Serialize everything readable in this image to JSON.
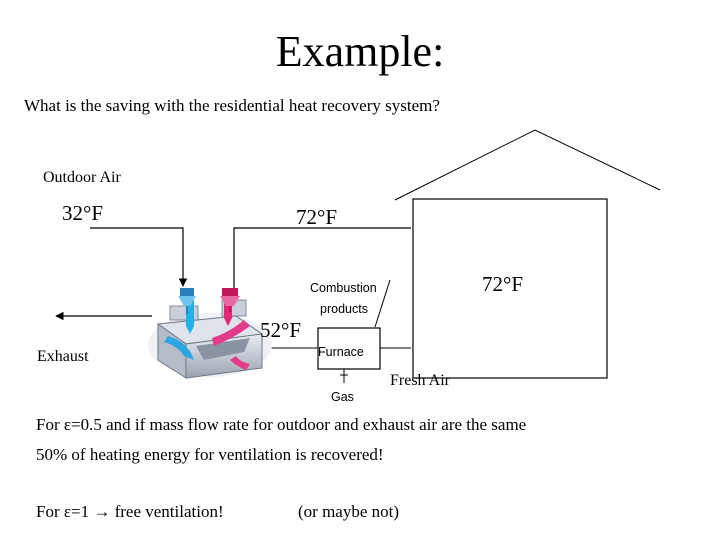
{
  "slide": {
    "title": "Example:",
    "question": "What is the saving with the residential heat recovery system?"
  },
  "diagram": {
    "outdoor_air_label": "Outdoor Air",
    "outdoor_temp": "32°F",
    "supply_temp": "72°F",
    "house_temp": "72°F",
    "exhaust_temp": "52°F",
    "exhaust_label": "Exhaust",
    "combustion_line1": "Combustion",
    "combustion_line2": "products",
    "furnace_label": "Furnace",
    "gas_label": "Gas",
    "fresh_air_label": "Fresh Air"
  },
  "notes": {
    "line1": "For ε=0.5 and if mass flow rate for outdoor and exhaust air are the same",
    "line2": "50% of heating energy for ventilation is recovered!",
    "line3_main": "For ε=1  →  free ventilation!",
    "line3_aside": "(or maybe not)"
  }
}
